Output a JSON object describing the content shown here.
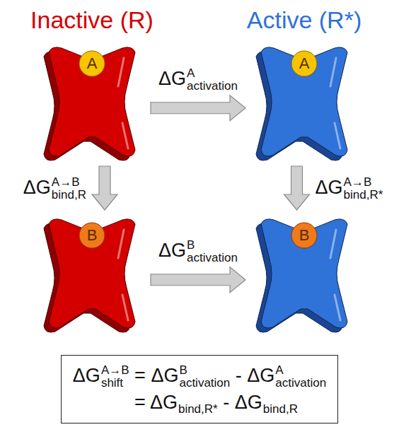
{
  "diagram": {
    "nodes": [
      {
        "text": [
          "A"
        ]
      },
      {
        "text": [
          "A"
        ]
      },
      {
        "text": [
          "B"
        ]
      },
      {
        "text": [
          "B"
        ]
      },
      {
        "text": [
          "ΔG A→B shift = ΔG B activation - ΔG A activation = ΔG bind,R* - ΔG bind,R"
        ]
      }
    ],
    "edges": [
      {
        "from": 0,
        "to": 1,
        "arrow": "to",
        "label": "ΔG A activation"
      },
      {
        "from": 0,
        "to": 2,
        "arrow": "to",
        "label": "ΔG A→B bind,R"
      },
      {
        "from": 1,
        "to": 3,
        "arrow": "to",
        "label": "ΔG A→B bind,R*"
      },
      {
        "from": 2,
        "to": 3,
        "arrow": "to",
        "label": "ΔG B activation"
      }
    ],
    "labels": [
      "Inactive (R)",
      "Active (R*)"
    ]
  }
}
